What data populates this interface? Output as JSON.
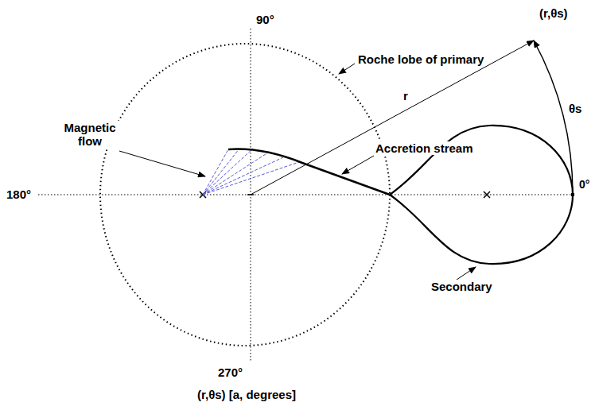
{
  "diagram": {
    "labels": [
      "90°",
      "(r,θs)",
      "Roche lobe of primary",
      "θs",
      "r",
      "Accretion stream",
      "Magnetic flow",
      "180°",
      "0°",
      "Secondary",
      "270°",
      "(r,θs) [a, degrees]"
    ]
  }
}
